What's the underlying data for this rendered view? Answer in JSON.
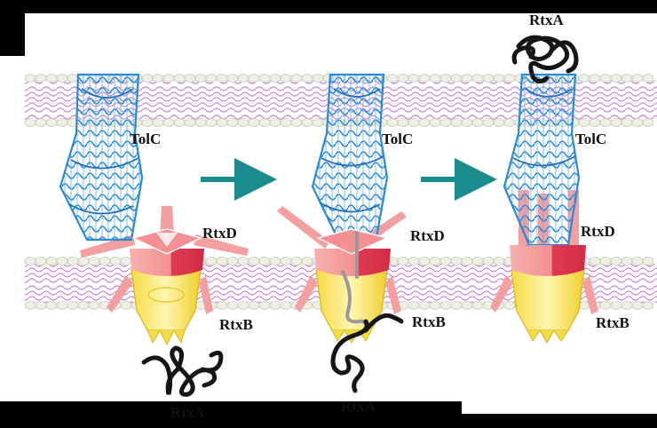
{
  "colors": {
    "background": "#000000",
    "canvas": "#ffffff",
    "membrane_head": "#eef0e6",
    "membrane_outline": "#c4c9b8",
    "membrane_tail": "#c87ad9",
    "tolc": "#2a8ad8",
    "rtxd": "#f4a0a0",
    "rtxd_dark": "#e03a52",
    "rtxb": "#f3dc45",
    "rtxb_light": "#fff6b0",
    "rtxa": "#151515",
    "arrow": "#1b8c8e"
  },
  "stages": [
    {
      "tolc_label": "TolC",
      "rtxd_label": "RtxD",
      "rtxb_label": "RtxB",
      "rtxa_label": "RtxA",
      "rtxa_position": "below"
    },
    {
      "tolc_label": "TolC",
      "rtxd_label": "RtxD",
      "rtxb_label": "RtxB",
      "rtxa_label": "RtxA",
      "rtxa_position": "below"
    },
    {
      "tolc_label": "TolC",
      "rtxd_label": "RtxD",
      "rtxb_label": "RtxB",
      "rtxa_label": "RtxA",
      "rtxa_position": "above"
    }
  ]
}
